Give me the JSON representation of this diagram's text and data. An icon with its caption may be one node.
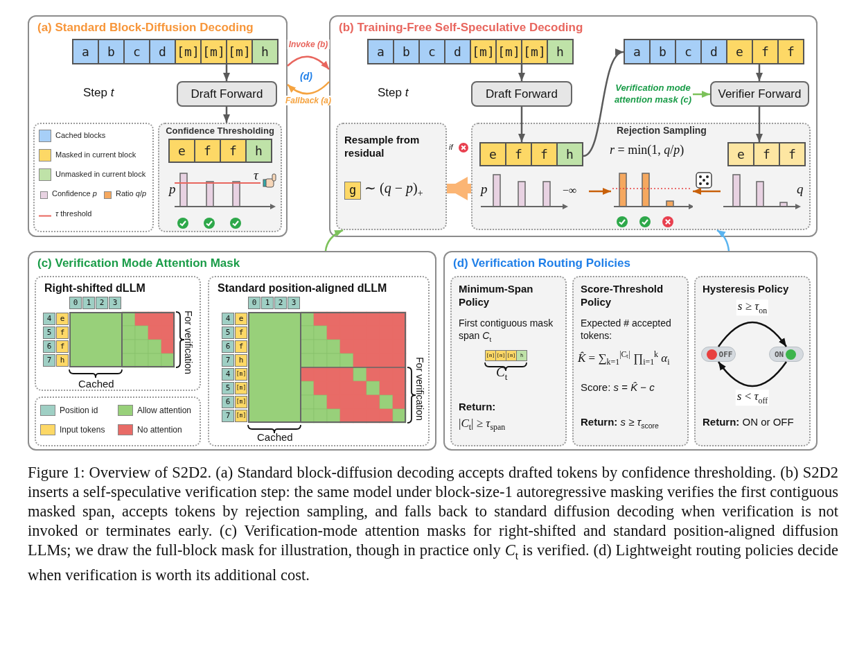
{
  "diagram": {
    "caption": "Figure 1: Overview of S2D2. (a) Standard block-diffusion decoding accepts drafted tokens by confidence thresholding. (b) S2D2 inserts a self-speculative verification step: the same model under block-size-1 autoregressive masking verifies the first contiguous masked span, accepts tokens by rejection sampling, and falls back to standard diffusion decoding when verification is not invoked or terminates early. (c) Verification-mode attention masks for right-shifted and standard position-aligned diffusion LLMs; we draw the full-block mask for illustration, though in practice only *C*$_{t}$ is verified. (d) Lightweight routing policies decide when verification is worth its additional cost.",
    "nodes": [
      {
        "text": [
          "(a) Standard Block-Diffusion Decoding"
        ]
      },
      {
        "text": [
          "a",
          "b",
          "c",
          "d",
          "[m]",
          "[m]",
          "[m]",
          "h"
        ],
        "in": 0
      },
      {
        "text": [
          "Draft Forward"
        ],
        "in": 0
      },
      {
        "text": [
          "Confidence Thresholding"
        ],
        "in": 0
      },
      {
        "text": [
          "e",
          "f",
          "f",
          "h"
        ],
        "in": 3
      },
      {
        "text": [
          "(b) Training-Free Self-Speculative Decoding"
        ]
      },
      {
        "text": [
          "a",
          "b",
          "c",
          "d",
          "[m]",
          "[m]",
          "[m]",
          "h"
        ],
        "in": 5
      },
      {
        "text": [
          "Draft Forward"
        ],
        "in": 5
      },
      {
        "text": [
          "a",
          "b",
          "c",
          "d",
          "e",
          "f",
          "f"
        ],
        "in": 5
      },
      {
        "text": [
          "Verifier Forward"
        ],
        "in": 5
      },
      {
        "text": [
          "Verification mode attention mask (c)"
        ],
        "in": 5
      },
      {
        "text": [
          "Rejection Sampling"
        ],
        "in": 5
      },
      {
        "text": [
          "e",
          "f",
          "f",
          "h"
        ],
        "in": 11
      },
      {
        "text": [
          "e",
          "f",
          "f"
        ],
        "in": 11
      },
      {
        "text": [],
        "shape": "bar",
        "in": 11
      },
      {
        "text": [],
        "shape": "bar",
        "in": 11
      },
      {
        "text": [],
        "shape": "bar",
        "in": 11
      },
      {
        "text": [
          "Resample from residual"
        ],
        "in": 5
      },
      {
        "text": [
          "(c) Verification Mode Attention Mask"
        ]
      },
      {
        "text": [
          "Right-shifted dLLM"
        ],
        "in": 18
      },
      {
        "text": [
          "Standard position-aligned dLLM"
        ],
        "in": 18
      },
      {
        "text": [
          "(d) Verification Routing Policies"
        ]
      },
      {
        "text": [
          "Minimum-Span Policy",
          "First contiguous mask span *C*$_{t}$",
          "Return:",
          "|*C*$_{t}$| ≥ *τ*$_{span}$"
        ],
        "in": 21
      },
      {
        "text": [
          "Score-Threshold Policy",
          "Expected # accepted tokens:",
          "*K̂* = ∑$_{k=1}$$^{|Cₜ|}$ ∏$_{i=1}$$^{k}$ *α*$_{i}$",
          "Score: *s* = *K̂* − *c*",
          "**Return:** *s* ≥ *τ*$_{score}$"
        ],
        "in": 21
      },
      {
        "text": [
          "Hysteresis Policy",
          "**Return:** ON or OFF"
        ],
        "in": 21
      },
      {
        "text": [
          "OFF"
        ],
        "in": 24
      },
      {
        "text": [
          "ON"
        ],
        "in": 24
      }
    ],
    "edges": [
      {
        "from": 1,
        "to": 2,
        "arrow": "to"
      },
      {
        "from": 2,
        "to": 3,
        "arrow": "to"
      },
      {
        "from": 0,
        "to": 5,
        "arrow": "to",
        "label": "Invoke (b)",
        "color": "#e8665e"
      },
      {
        "from": 5,
        "to": 0,
        "arrow": "to",
        "label": "Fallback (a)",
        "color": "#f5a340"
      },
      {
        "from": 6,
        "to": 7,
        "arrow": "to"
      },
      {
        "from": 7,
        "to": 12,
        "arrow": "to"
      },
      {
        "from": 12,
        "to": 8,
        "arrow": "to"
      },
      {
        "from": 8,
        "to": 9,
        "arrow": "to"
      },
      {
        "from": 10,
        "to": 9,
        "arrow": "to",
        "color": "#7cc15a"
      },
      {
        "from": 9,
        "to": 13,
        "arrow": "to"
      },
      {
        "from": 14,
        "to": 15,
        "arrow": "to",
        "color": "#c8600a"
      },
      {
        "from": 16,
        "to": 15,
        "arrow": "to",
        "color": "#c8600a"
      },
      {
        "from": 11,
        "to": 17,
        "arrow": "to",
        "style": "thick",
        "color": "#fbb574"
      },
      {
        "from": 18,
        "to": 17,
        "arrow": "to",
        "color": "#7cc15a"
      },
      {
        "from": 21,
        "to": 11,
        "arrow": "to",
        "color": "#5ab4f0"
      },
      {
        "from": 25,
        "to": 26,
        "arrow": "to",
        "label": "*s* ≥ *τ*$_{on}$",
        "color": "#111111"
      },
      {
        "from": 26,
        "to": 25,
        "arrow": "to",
        "label": "*s* < *τ*$_{off}$",
        "color": "#111111"
      }
    ],
    "labels": [
      "Step *t*",
      "*p*",
      "*τ*",
      "(d)",
      "Step *t*",
      "if",
      "g",
      "∼ (*q* − *p*)$_{+}$",
      "*r* = min(1, *q*/*p*)",
      "*p*",
      "−∞",
      "*q*",
      "0",
      "1",
      "2",
      "3",
      "4",
      "e",
      "5",
      "f",
      "6",
      "f",
      "7",
      "h",
      "Cached",
      "For verification",
      "0",
      "1",
      "2",
      "3",
      "4",
      "e",
      "5",
      "f",
      "6",
      "f",
      "7",
      "h",
      "4",
      "[m]",
      "5",
      "[m]",
      "6",
      "[m]",
      "7",
      "[m]",
      "Cached",
      "For verification",
      "[m]",
      "[m]",
      "[m]",
      "h",
      "*C*$_{t}$"
    ],
    "legend": [
      {
        "text": "Cached blocks",
        "color": "#a7cff7"
      },
      {
        "text": "Masked in current block",
        "color": "#fdd866"
      },
      {
        "text": "Unmasked in current block",
        "color": "#bfe2a8"
      },
      {
        "text": "Confidence *p*",
        "color": "#e8d2e2"
      },
      {
        "text": "Ratio *q*/*p*",
        "color": "#f5a85f"
      },
      {
        "text": "*τ* threshold"
      },
      {
        "text": "Position id",
        "color": "#9fcfc4"
      },
      {
        "text": "Input tokens",
        "color": "#fdd866"
      },
      {
        "text": "Allow attention",
        "color": "#98d07a"
      },
      {
        "text": "No attention",
        "color": "#e86b67"
      }
    ]
  }
}
